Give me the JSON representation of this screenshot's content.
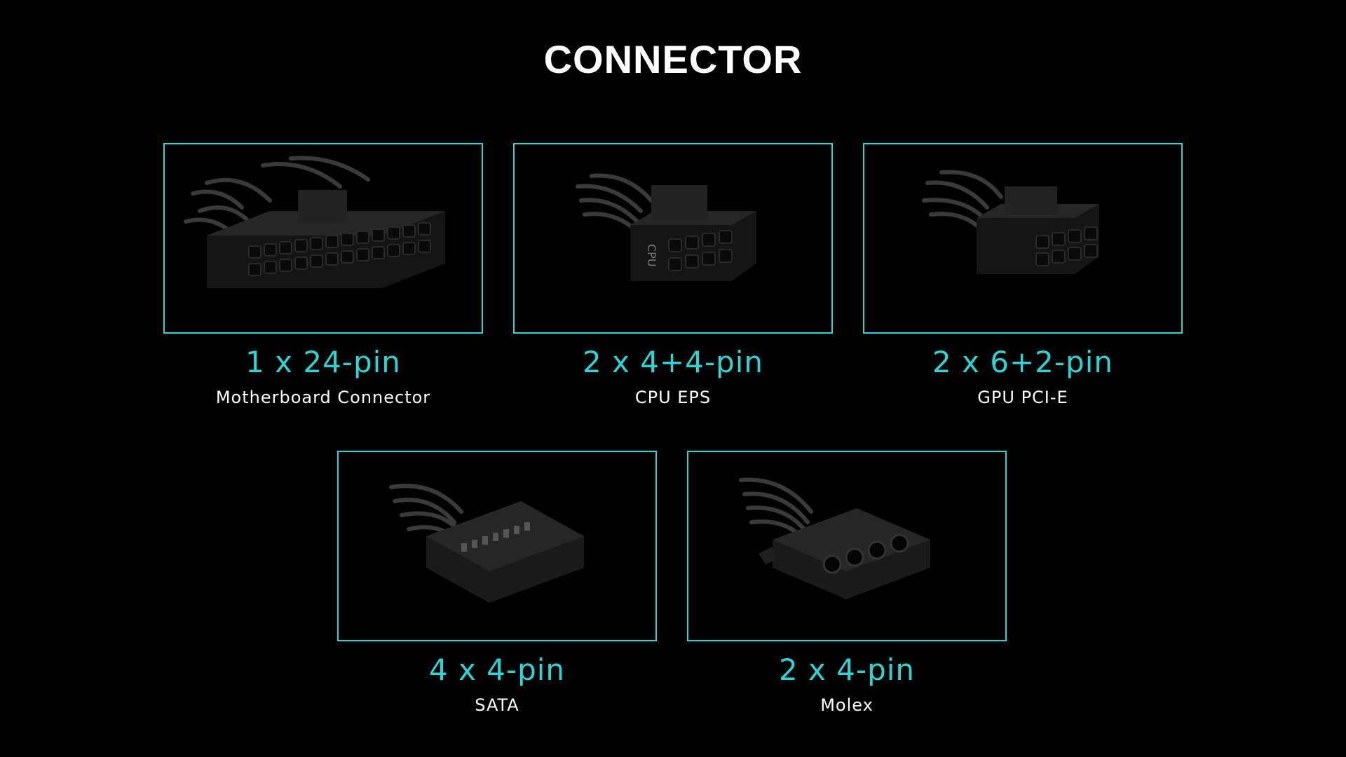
{
  "page": {
    "title": "CONNECTOR"
  },
  "connectors": [
    {
      "pins": "1 x 24-pin",
      "description": "Motherboard Connector",
      "image": "24-pin-connector-image"
    },
    {
      "pins": "2 x 4+4-pin",
      "description": "CPU EPS",
      "image": "cpu-eps-connector-image",
      "embossed_label": "CPU"
    },
    {
      "pins": "2 x 6+2-pin",
      "description": "GPU PCI-E",
      "image": "pcie-connector-image"
    },
    {
      "pins": "4 x 4-pin",
      "description": "SATA",
      "image": "sata-connector-image"
    },
    {
      "pins": "2 x 4-pin",
      "description": "Molex",
      "image": "molex-connector-image"
    }
  ],
  "colors": {
    "accent": "#2fd3d3",
    "background": "#000000",
    "text": "#ffffff"
  }
}
